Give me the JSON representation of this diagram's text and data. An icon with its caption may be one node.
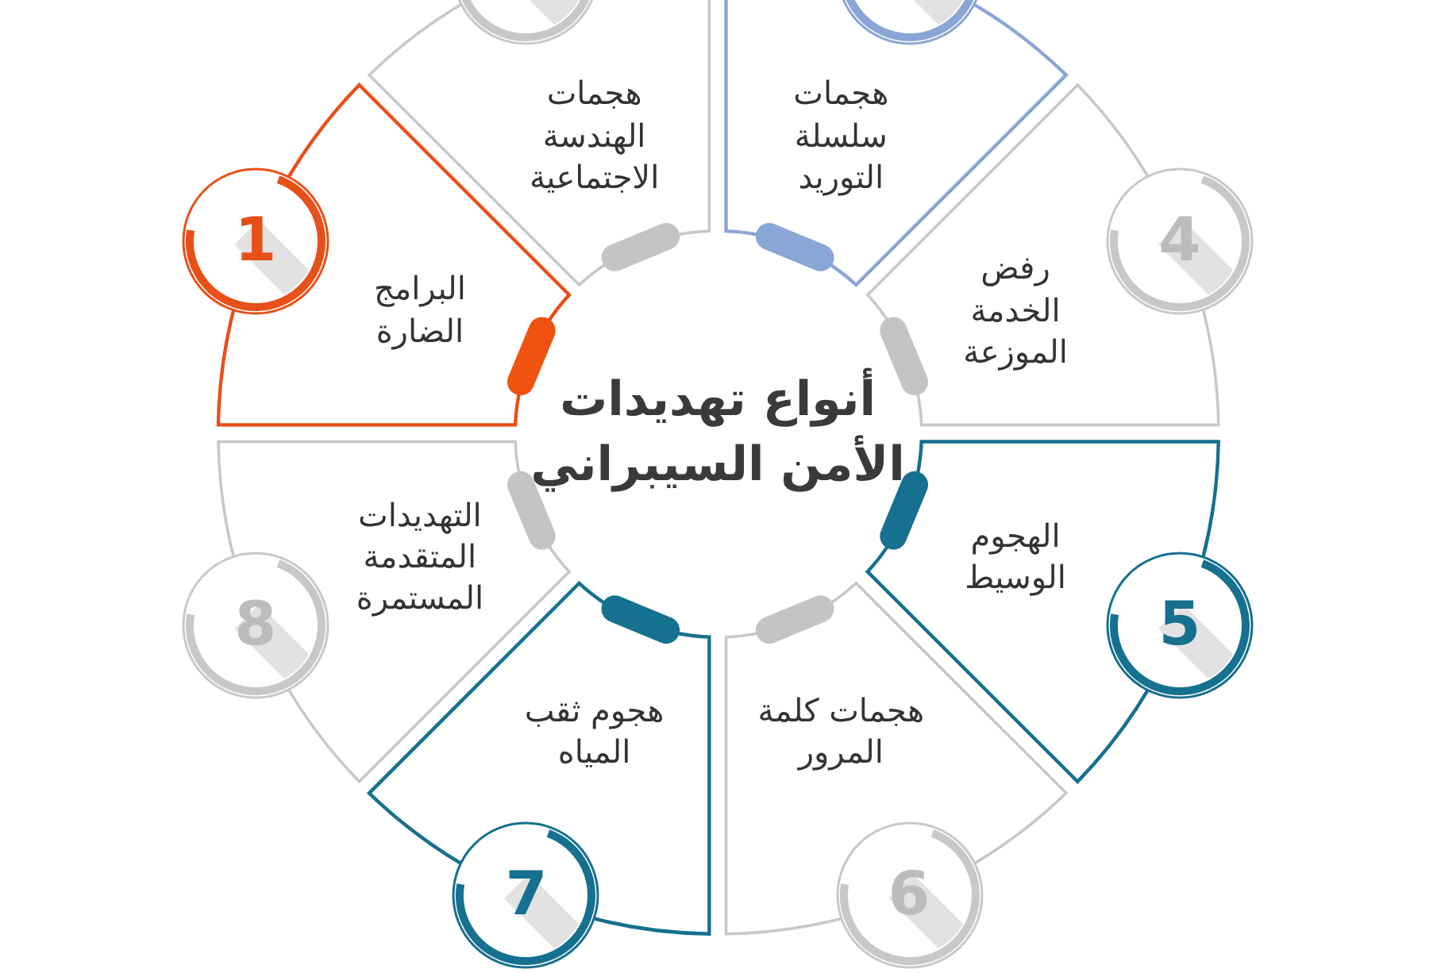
{
  "diagram": {
    "title": "أنواع تهديدات الأمن السيبراني",
    "nodes": [
      {
        "text": [
          "البرامج الضارة"
        ]
      },
      {
        "text": [
          "1"
        ]
      },
      {
        "text": [
          "هجمات الهندسة الاجتماعية"
        ]
      },
      {
        "text": [],
        "shape": "circle"
      },
      {
        "text": [
          "هجمات سلسلة التوريد"
        ]
      },
      {
        "text": [],
        "shape": "circle"
      },
      {
        "text": [
          "رفض الخدمة الموزعة"
        ]
      },
      {
        "text": [
          "4"
        ]
      },
      {
        "text": [
          "الهجوم الوسيط"
        ]
      },
      {
        "text": [
          "5"
        ]
      },
      {
        "text": [
          "هجمات كلمة المرور"
        ]
      },
      {
        "text": [
          "6"
        ]
      },
      {
        "text": [
          "هجوم ثقب المياه"
        ]
      },
      {
        "text": [
          "7"
        ]
      },
      {
        "text": [
          "التهديدات المتقدمة المستمرة"
        ]
      },
      {
        "text": [
          "8"
        ]
      }
    ]
  }
}
